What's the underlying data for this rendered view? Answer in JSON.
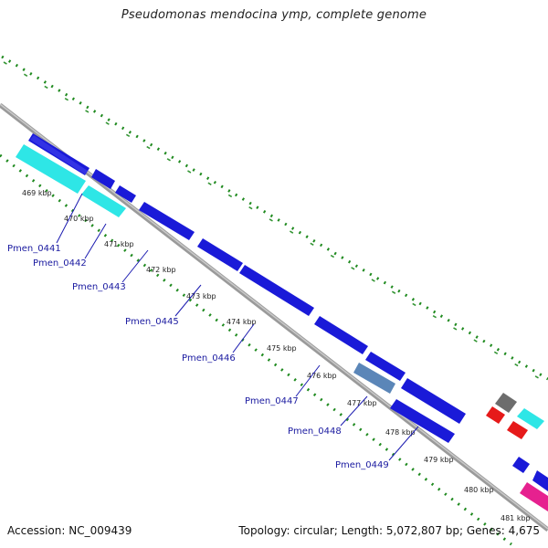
{
  "title": "Pseudomonas mendocina ymp, complete genome",
  "footer": {
    "accession": "Accession: NC_009439",
    "summary": "Topology: circular; Length: 5,072,807 bp; Genes: 4,675"
  },
  "colors": {
    "backbone": "#8a8a8a",
    "forward_gene": "#1a1ad8",
    "reverse_gene": "#2ee6e6",
    "tick_dots": "#1f8a1f",
    "label_text": "#1a1aa0",
    "highlight_gene": "#5b86b8",
    "rna_gene": "#e61a1a",
    "pseudo_gene": "#6d6d6d",
    "other_gene": "#e6218f"
  },
  "ruler": [
    {
      "label": "469 kbp",
      "t": 0.155
    },
    {
      "label": "470 kbp",
      "t": 0.26
    },
    {
      "label": "471 kbp",
      "t": 0.365
    },
    {
      "label": "472 kbp",
      "t": 0.47
    },
    {
      "label": "473 kbp",
      "t": 0.575
    },
    {
      "label": "474 kbp",
      "t": 0.68
    },
    {
      "label": "475 kbp",
      "t": 0.785
    },
    {
      "label": "476 kbp",
      "t": 0.89
    },
    {
      "label": "477 kbp",
      "t": 0.995
    },
    {
      "label": "478 kbp",
      "t": 1.1
    },
    {
      "label": "479 kbp",
      "t": 1.205
    },
    {
      "label": "480 kbp",
      "t": 1.31
    },
    {
      "label": "481 kbp",
      "t": 1.415
    }
  ],
  "genes": [
    {
      "name": "",
      "lane": 0,
      "t0": 0.0,
      "t1": 0.42,
      "color": "forward_gene",
      "arrow": true
    },
    {
      "name": "",
      "lane": 0,
      "t0": 0.44,
      "t1": 0.55,
      "color": "forward_gene",
      "arrow": true
    },
    {
      "name": "",
      "lane": 0,
      "t0": 0.57,
      "t1": 0.63,
      "color": "forward_gene",
      "arrow": true
    },
    {
      "name": "",
      "lane": 0,
      "t0": 0.7,
      "t1": 1.03,
      "color": "forward_gene",
      "arrow": true
    },
    {
      "name": "",
      "lane": 0,
      "t0": 1.08,
      "t1": 1.23,
      "color": "forward_gene",
      "arrow": true
    },
    {
      "name": "",
      "lane": 0,
      "t0": 1.24,
      "t1": 1.85,
      "color": "forward_gene",
      "arrow": true
    },
    {
      "name": "",
      "lane": 0,
      "t0": 1.89,
      "t1": 2.13,
      "color": "forward_gene",
      "arrow": true
    },
    {
      "name": "",
      "lane": 0,
      "t0": 2.15,
      "t1": 2.37,
      "color": "forward_gene",
      "arrow": true
    },
    {
      "name": "",
      "lane": 1,
      "t0": -0.05,
      "t1": 0.42,
      "color": "reverse_gene",
      "arrow": false
    },
    {
      "name": "",
      "lane": 1,
      "t0": 0.43,
      "t1": 0.56,
      "color": "reverse_gene",
      "arrow": false
    },
    {
      "name": "",
      "lane": 1,
      "t0": 2.18,
      "t1": 2.4,
      "color": "highlight_gene",
      "arrow": false
    },
    {
      "name": "",
      "lane": 1,
      "t0": 2.43,
      "t1": 2.82,
      "color": "forward_gene",
      "arrow": true
    },
    {
      "name": "",
      "lane": 1,
      "t0": 2.45,
      "t1": 2.85,
      "color": "forward_gene",
      "arrow": true
    }
  ],
  "gene_labels": [
    {
      "label": "Pmen_0441"
    },
    {
      "label": "Pmen_0442"
    },
    {
      "label": "Pmen_0443"
    },
    {
      "label": "Pmen_0445"
    },
    {
      "label": "Pmen_0446"
    },
    {
      "label": "Pmen_0447"
    },
    {
      "label": "Pmen_0448"
    },
    {
      "label": "Pmen_0449"
    }
  ]
}
